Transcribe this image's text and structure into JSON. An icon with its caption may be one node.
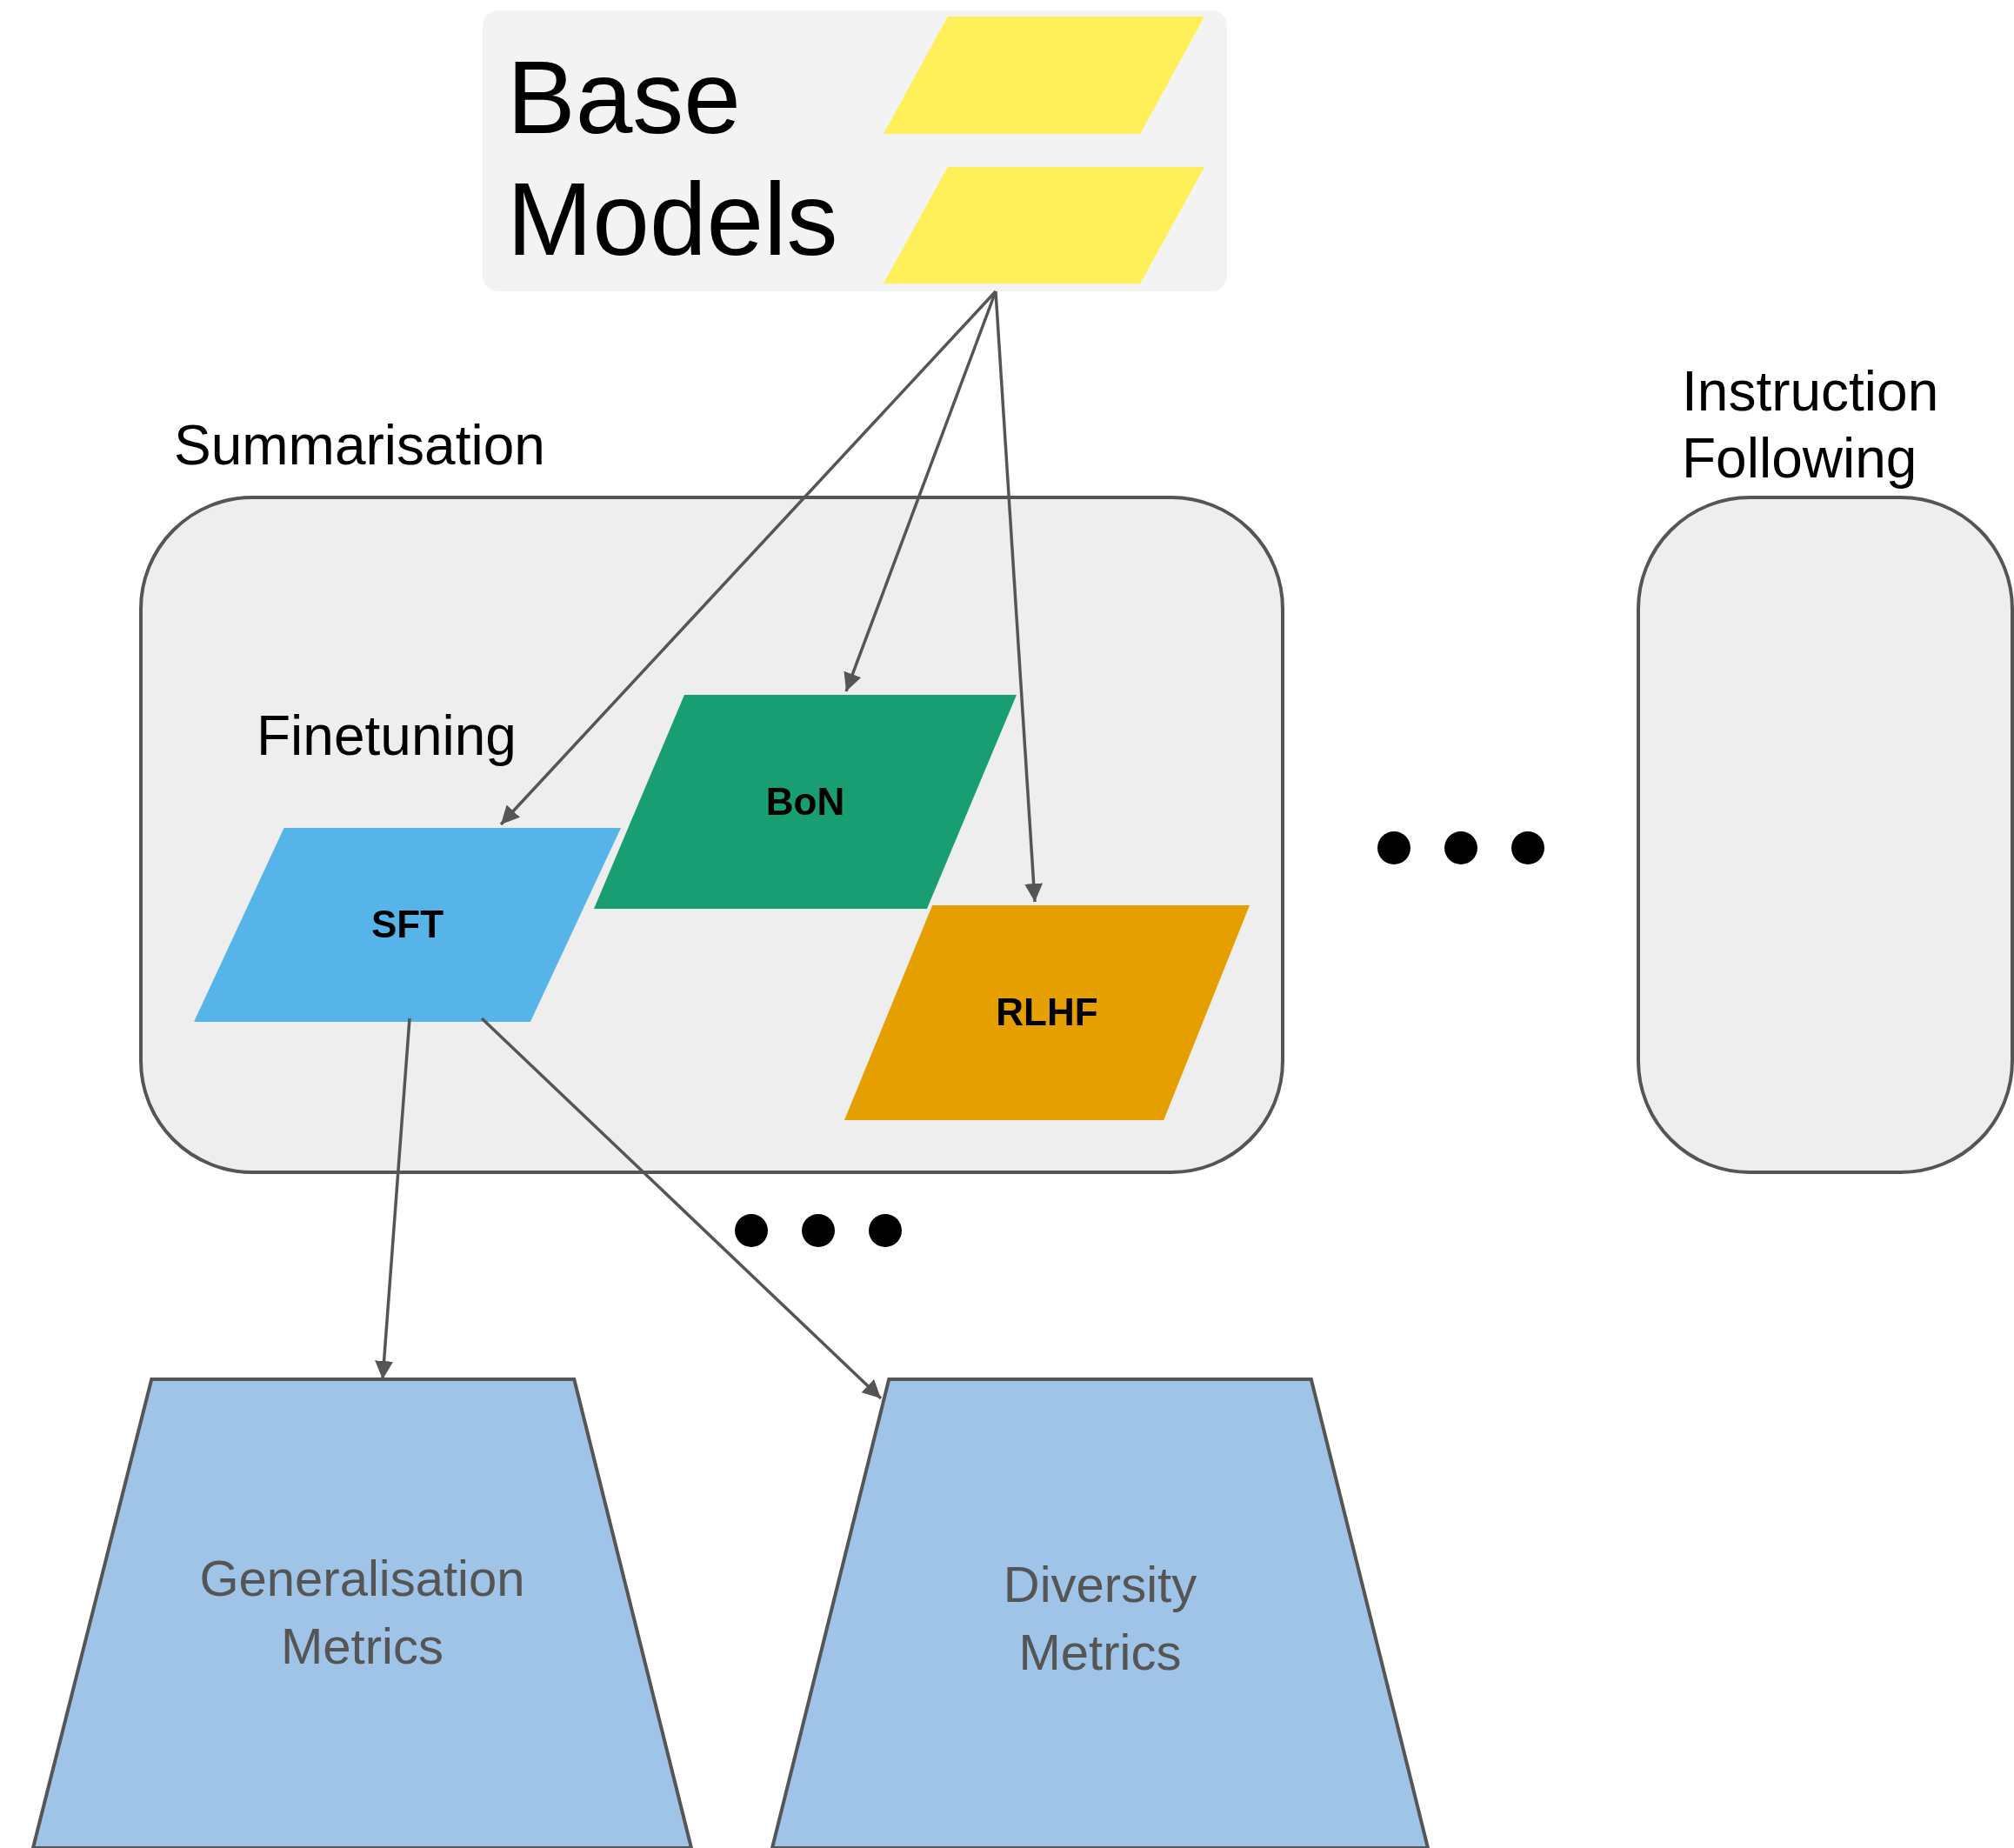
{
  "diagram": {
    "nodes": [
      {
        "text": [
          "Base Models"
        ]
      },
      {
        "text": [],
        "shape": "parallelogram",
        "in": 0
      },
      {
        "text": [],
        "shape": "parallelogram",
        "in": 0
      },
      {
        "text": [
          "Summarisation"
        ]
      },
      {
        "text": [
          "SFT"
        ],
        "in": 3
      },
      {
        "text": [
          "BoN"
        ],
        "in": 3
      },
      {
        "text": [
          "RLHF"
        ],
        "in": 3
      },
      {
        "text": [
          "Instruction Following"
        ]
      },
      {
        "text": [
          "Generalisation Metrics"
        ]
      },
      {
        "text": [
          "Diversity Metrics"
        ]
      }
    ],
    "edges": [
      {
        "from": 0,
        "to": 4,
        "arrow": "to"
      },
      {
        "from": 0,
        "to": 5,
        "arrow": "to"
      },
      {
        "from": 0,
        "to": 6,
        "arrow": "to"
      },
      {
        "from": 4,
        "to": 8,
        "arrow": "to"
      },
      {
        "from": 4,
        "to": 9,
        "arrow": "to"
      }
    ],
    "labels": [
      "Finetuning"
    ]
  }
}
